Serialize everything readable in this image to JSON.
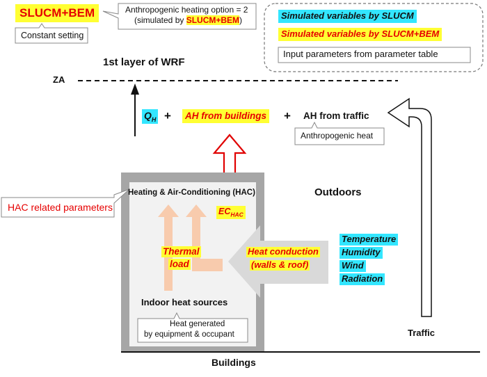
{
  "header": {
    "slucm_bem_badge": "SLUCM+BEM",
    "constant_setting": "Constant setting",
    "ah_option_line1": "Anthropogenic heating option = 2",
    "ah_option_line2_prefix": "(simulated by ",
    "ah_option_line2_highlight": "SLUCM+BEM",
    "ah_option_line2_suffix": ")"
  },
  "legend": {
    "slucm": "Simulated variables by SLUCM",
    "slucm_bem": "Simulated variables by SLUCM+BEM",
    "input": "Input parameters from parameter table"
  },
  "wrf": {
    "layer_label": "1st layer of WRF",
    "za_label": "ZA"
  },
  "fluxes": {
    "qh_main": "Q",
    "qh_sub": "H",
    "plus1": "+",
    "ah_buildings": "AH from buildings",
    "plus2": "+",
    "ah_traffic": "AH from traffic",
    "anthropogenic_heat": "Anthropogenic heat"
  },
  "building": {
    "hac_title": "Heating & Air-Conditioning (HAC)",
    "ec_main": "EC",
    "ec_sub": "HAC",
    "thermal_load_1": "Thermal",
    "thermal_load_2": "load",
    "heat_conduction_1": "Heat conduction",
    "heat_conduction_2": "(walls & roof)",
    "indoor_sources": "Indoor heat sources",
    "heat_generated_1": "Heat generated",
    "heat_generated_2": "by equipment & occupant",
    "hac_params": "HAC related parameters",
    "buildings_label": "Buildings"
  },
  "outdoors": {
    "label": "Outdoors",
    "variables": [
      "Temperature",
      "Humidity",
      "Wind",
      "Radiation"
    ],
    "traffic": "Traffic"
  },
  "colors": {
    "yellow": "#ffff33",
    "cyan": "#33e6ff",
    "red_text": "#e60000",
    "building_gray": "#a6a6a6",
    "indoor_fill": "#f2f2f2",
    "thermal_arrow": "#f8cbad"
  }
}
